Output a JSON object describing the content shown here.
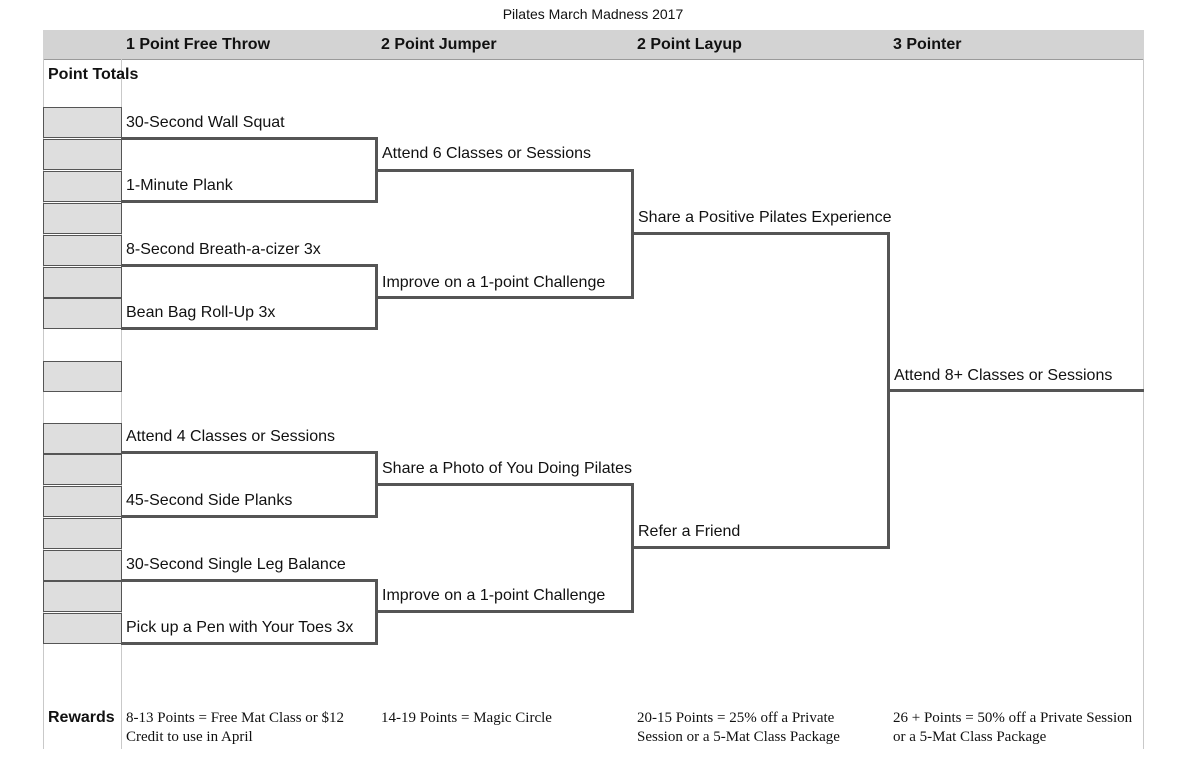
{
  "title": "Pilates March Madness 2017",
  "columns": [
    "1 Point Free Throw",
    "2 Point Jumper",
    "2 Point Layup",
    "3 Pointer"
  ],
  "point_totals_label": "Point Totals",
  "round1": {
    "top": [
      "30-Second Wall Squat",
      "1-Minute Plank",
      "8-Second Breath-a-cizer 3x",
      "Bean Bag Roll-Up 3x"
    ],
    "bottom": [
      "Attend 4 Classes or Sessions",
      "45-Second Side Planks",
      "30-Second Single Leg Balance",
      "Pick up a Pen with Your Toes 3x"
    ]
  },
  "round2": [
    "Attend 6 Classes or Sessions",
    "Improve on a 1-point Challenge",
    "Share a Photo of You Doing Pilates",
    "Improve on a 1-point Challenge"
  ],
  "round3": [
    "Share a Positive Pilates Experience",
    "Refer a Friend"
  ],
  "final": "Attend 8+ Classes or Sessions",
  "rewards": {
    "label": "Rewards",
    "items": [
      "8-13 Points = Free Mat Class or $12 Credit to use in April",
      "14-19 Points = Magic Circle",
      "20-15 Points = 25% off a Private Session or a 5-Mat Class Package",
      "26 + Points = 50% off a Private Session or a 5-Mat Class Package"
    ]
  }
}
